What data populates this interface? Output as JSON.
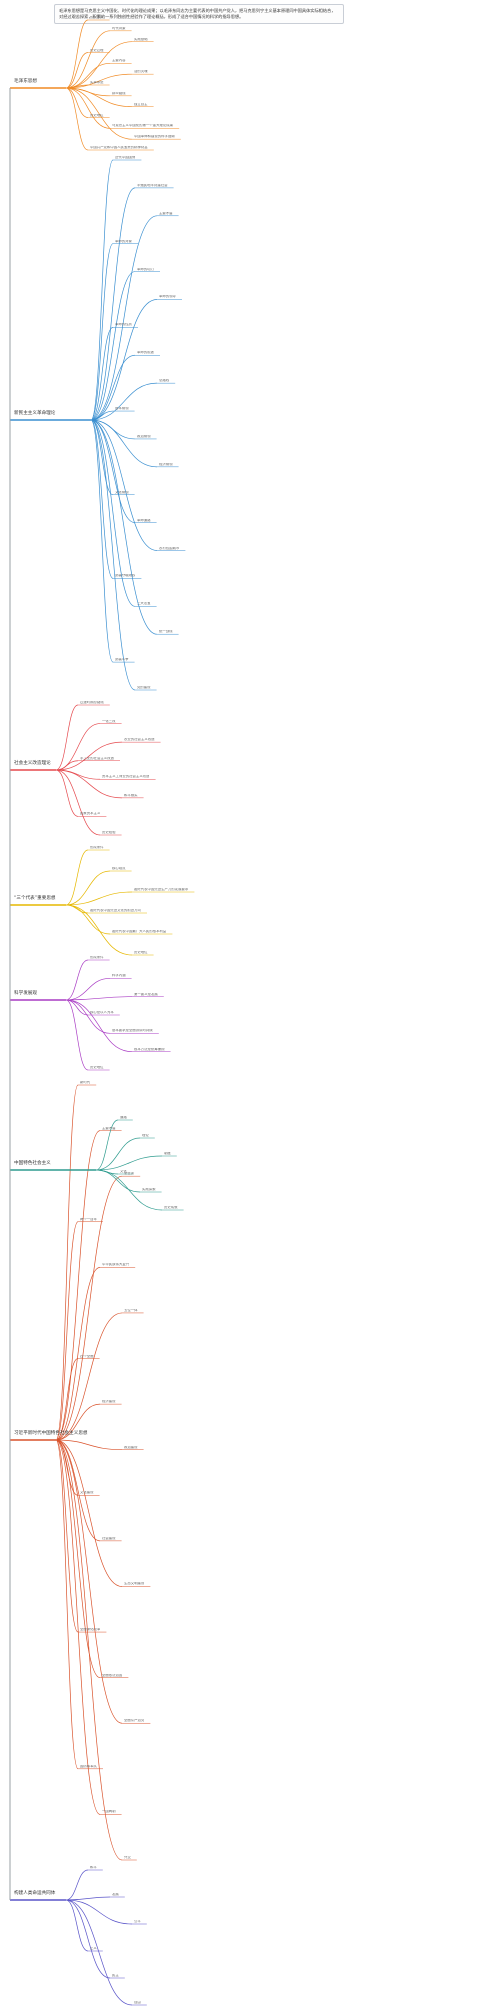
{
  "intro_text": "毛泽东思想是马克思主义中国化、时代化的理论成果；以毛泽东同志为主要代表的中国共产党人，把马克思列宁主义基本原理同中国具体实际相结合，对经过艰苦探索，积累的一系列独创性经验作了理论概括，形成了适合中国情况的科学的指导思想。",
  "branches": [
    {
      "label": "毛泽东思想",
      "color": "#f08a24",
      "leaves": [
        "形成条件",
        "时代背景",
        "实践基础",
        "历史过程",
        "主要内容",
        "活的灵魂",
        "实事求是",
        "群众路线",
        "独立自主",
        "历史地位",
        "马克思主义中国化的第一个重大理论成果",
        "中国革命和建设的科学指南",
        "中国共产党和中国人民宝贵的精神财富"
      ]
    },
    {
      "label": "新民主主义革命理论",
      "color": "#3a8fd0",
      "leaves": [
        "近代中国国情",
        "半殖民地半封建社会",
        "主要矛盾",
        "革命的对象",
        "革命的动力",
        "革命的领导",
        "革命的性质",
        "革命的前途",
        "总路线",
        "基本纲领",
        "政治纲领",
        "经济纲领",
        "文化纲领",
        "革命道路",
        "农村包围城市",
        "武装夺取政权",
        "三大法宝",
        "统一战线",
        "武装斗争",
        "党的建设"
      ]
    },
    {
      "label": "社会主义改造理论",
      "color": "#e5484d",
      "leaves": [
        "过渡时期总路线",
        "一化三改",
        "农业的社会主义改造",
        "手工业的社会主义改造",
        "资本主义工商业的社会主义改造",
        "和平赎买",
        "国家资本主义",
        "历史经验"
      ]
    },
    {
      "label": "“三个代表”重要思想",
      "color": "#e6b800",
      "leaves": [
        "形成条件",
        "核心观点",
        "始终代表中国先进生产力的发展要求",
        "始终代表中国先进文化的前进方向",
        "始终代表中国最广大人民的根本利益",
        "历史地位"
      ]
    },
    {
      "label": "科学发展观",
      "color": "#a93cc4",
      "leaves": [
        "形成条件",
        "科学内涵",
        "第一要义是发展",
        "核心是以人为本",
        "基本要求是全面协调可持续",
        "根本方法是统筹兼顾",
        "历史地位"
      ]
    },
    {
      "label": "习近平新时代中国特色社会主义思想",
      "color": "#d9522b",
      "leaves": [
        "新时代",
        "主要矛盾",
        "总任务",
        "两个一百年",
        "中华民族伟大复兴",
        "五位一体",
        "四个全面",
        "经济建设",
        "政治建设",
        "文化建设",
        "社会建设",
        "生态文明建设",
        "全面深化改革",
        "全面依法治国",
        "全面从严治党",
        "国防和军队",
        "一国两制",
        "外交"
      ]
    },
    {
      "label": "中国特色社会主义",
      "color": "#2f9c8f",
      "leaves": [
        "道路",
        "理论",
        "制度",
        "文化",
        "实践探索",
        "历史成就"
      ]
    },
    {
      "label": "构建人类命运共同体",
      "color": "#5a55c9",
      "leaves": [
        "和平",
        "发展",
        "公平",
        "正义",
        "民主",
        "自由"
      ]
    }
  ]
}
